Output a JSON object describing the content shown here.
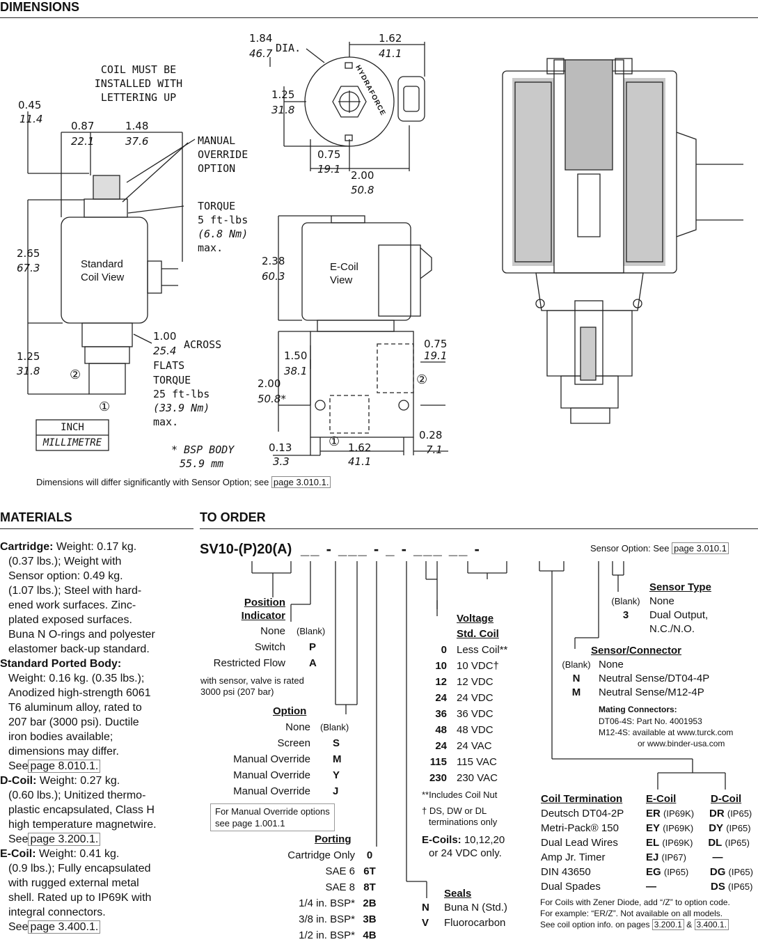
{
  "dimensions": {
    "heading": "DIMENSIONS",
    "coil_note": [
      "COIL MUST BE",
      "INSTALLED WITH",
      "LETTERING UP"
    ],
    "manual_override": [
      "MANUAL",
      "OVERRIDE",
      "OPTION"
    ],
    "torque_top": [
      "TORQUE",
      "5 ft-lbs",
      "(6.8 Nm)",
      "max."
    ],
    "across": "ACROSS",
    "flats": "FLATS",
    "torque_bottom": [
      "TORQUE",
      "25 ft-lbs",
      "(33.9 Nm)",
      "max."
    ],
    "bsp_body": [
      "* BSP BODY",
      "55.9 mm"
    ],
    "standard_coil": [
      "Standard",
      "Coil View"
    ],
    "ecoil": [
      "E-Coil",
      "View"
    ],
    "dia": "DIA.",
    "hydraforce": "HYDRAFORCE",
    "inch": "INCH",
    "millimetre": "MILLIMETRE",
    "port1": "①",
    "port2": "②",
    "values": {
      "d045": "0.45",
      "d114": "11.4",
      "d087": "0.87",
      "d221": "22.1",
      "d148": "1.48",
      "d376": "37.6",
      "d265": "2.65",
      "d673": "67.3",
      "d125": "1.25",
      "d318": "31.8",
      "d100": "1.00",
      "d254": "25.4",
      "d184": "1.84",
      "d467": "46.7",
      "d162": "1.62",
      "d411": "41.1",
      "d125b": "1.25",
      "d318b": "31.8",
      "d075": "0.75",
      "d191": "19.1",
      "d200": "2.00",
      "d508": "50.8",
      "d238": "2.38",
      "d603": "60.3",
      "d150": "1.50",
      "d381": "38.1",
      "d200b": "2.00",
      "d508b": "50.8*",
      "d075b": "0.75",
      "d191b": "19.1",
      "d013": "0.13",
      "d33": "3.3",
      "d162b": "1.62",
      "d411b": "41.1",
      "d028": "0.28",
      "d71": "7.1"
    },
    "footnote": "Dimensions will differ significantly with Sensor Option; see",
    "footnote_link": "page 3.010.1."
  },
  "materials": {
    "heading": "MATERIALS",
    "cartridge_label": "Cartridge:",
    "cartridge": [
      " Weight: 0.17 kg.",
      "(0.37 lbs.); Weight with",
      "Sensor option: 0.49 kg.",
      "(1.07 lbs.); Steel with hard-",
      "ened work surfaces. Zinc-",
      "plated exposed surfaces.",
      "Buna N O-rings and polyester",
      "elastomer back-up standard."
    ],
    "body_label": "Standard Ported Body:",
    "body": [
      "Weight: 0.16 kg. (0.35 lbs.);",
      "Anodized high-strength 6061",
      "T6 aluminum alloy, rated to",
      "207 bar (3000 psi). Ductile",
      "iron bodies available;",
      "dimensions may differ."
    ],
    "body_see": "See",
    "body_link": "page 8.010.1.",
    "dcoil_label": "D-Coil:",
    "dcoil": [
      " Weight: 0.27 kg.",
      "(0.60 lbs.); Unitized thermo-",
      "plastic encapsulated, Class H",
      "high temperature magnetwire."
    ],
    "dcoil_see": "See",
    "dcoil_link": "page 3.200.1.",
    "ecoil_label": "E-Coil:",
    "ecoil": [
      " Weight: 0.41 kg.",
      "(0.9 lbs.); Fully encapsulated",
      "with rugged external metal",
      "shell. Rated up to IP69K with",
      "integral connectors."
    ],
    "ecoil_see": "See",
    "ecoil_link": "page 3.400.1."
  },
  "order": {
    "heading": "TO ORDER",
    "model_code": "SV10-(P)20(A)",
    "sensor_prefix": "Sensor Option: See",
    "sensor_link": "page 3.010.1",
    "position_title": [
      "Position",
      "Indicator"
    ],
    "position": [
      [
        "None",
        "(Blank)"
      ],
      [
        "Switch",
        "P"
      ],
      [
        "Restricted Flow",
        "A"
      ]
    ],
    "sensor_note": [
      "with sensor, valve is rated",
      "3000 psi (207 bar)"
    ],
    "option_title": "Option",
    "options": [
      [
        "None",
        "(Blank)"
      ],
      [
        "Screen",
        "S"
      ],
      [
        "Manual Override",
        "M"
      ],
      [
        "Manual Override",
        "Y"
      ],
      [
        "Manual Override",
        "J"
      ]
    ],
    "mo_note": [
      "For Manual Override options",
      "see page 1.001.1"
    ],
    "porting_title": "Porting",
    "porting": [
      [
        "Cartridge Only",
        "0"
      ],
      [
        "SAE 6",
        "6T"
      ],
      [
        "SAE 8",
        "8T"
      ],
      [
        "1/4 in. BSP*",
        "2B"
      ],
      [
        "3/8 in. BSP*",
        "3B"
      ],
      [
        "1/2 in. BSP*",
        "4B"
      ]
    ],
    "voltage_title": [
      "Voltage",
      "Std. Coil"
    ],
    "voltage": [
      [
        "0",
        "Less Coil**"
      ],
      [
        "10",
        "10 VDC†"
      ],
      [
        "12",
        "12 VDC"
      ],
      [
        "24",
        "24 VDC"
      ],
      [
        "36",
        "36 VDC"
      ],
      [
        "48",
        "48 VDC"
      ],
      [
        "24",
        "24 VAC"
      ],
      [
        "115",
        "115 VAC"
      ],
      [
        "230",
        "230 VAC"
      ]
    ],
    "coilnut_note": "**Includes Coil Nut",
    "dagger_note": [
      "† DS, DW or DL",
      "terminations only"
    ],
    "ecoils_label": "E-Coils:",
    "ecoils_note": [
      " 10,12,20",
      "or 24 VDC only."
    ],
    "seals_title": "Seals",
    "seals": [
      [
        "N",
        "Buna N (Std.)"
      ],
      [
        "V",
        "Fluorocarbon"
      ]
    ],
    "sensor_type_title": "Sensor Type",
    "sensor_type": [
      [
        "(Blank)",
        "None"
      ],
      [
        "3",
        "Dual Output,"
      ],
      [
        "",
        "N.C./N.O."
      ]
    ],
    "sensor_conn_title": "Sensor/Connector",
    "sensor_conn": [
      [
        "(Blank)",
        "None"
      ],
      [
        "N",
        "Neutral Sense/DT04-4P"
      ],
      [
        "M",
        "Neutral Sense/M12-4P"
      ]
    ],
    "mating_title": "Mating Connectors:",
    "mating": [
      "DT06-4S: Part No. 4001953",
      "M12-4S: available at www.turck.com",
      "or www.binder-usa.com"
    ],
    "coil_term_title": "Coil Termination",
    "ecoil_col": "E-Coil",
    "dcoil_col": "D-Coil",
    "coil_term": [
      [
        "Deutsch DT04-2P",
        "ER",
        "(IP69K)",
        "DR",
        "(IP65)"
      ],
      [
        "Metri-Pack® 150",
        "EY",
        "(IP69K)",
        "DY",
        "(IP65)"
      ],
      [
        "Dual Lead Wires",
        "EL",
        "(IP69K)",
        "DL",
        "(IP65)"
      ],
      [
        "Amp Jr. Timer",
        "EJ",
        "(IP67)",
        "—",
        ""
      ],
      [
        "DIN 43650",
        "EG",
        "(IP65)",
        "DG",
        "(IP65)"
      ],
      [
        "Dual Spades",
        "—",
        "",
        "DS",
        "(IP65)"
      ]
    ],
    "zener_note": [
      "For Coils with Zener Diode, add “/Z” to option code.",
      "For example: “ER/Z”. Not available on all models.",
      "See coil option info. on pages"
    ],
    "zener_link1": "3.200.1",
    "zener_amp": "&",
    "zener_link2": "3.400.1."
  }
}
